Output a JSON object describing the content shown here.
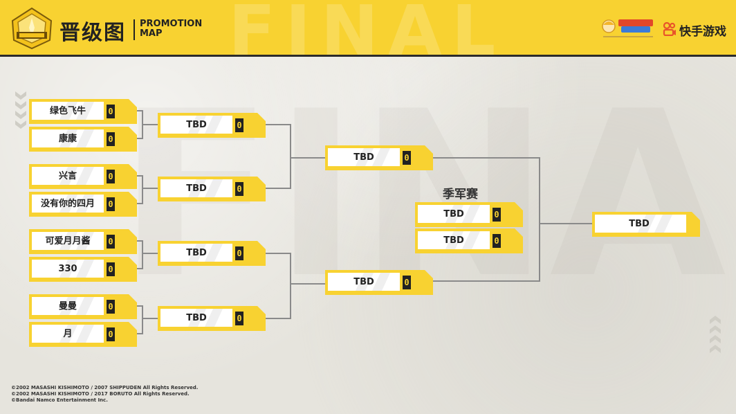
{
  "header": {
    "title": "晋级图",
    "subtitle_line1": "PROMOTION",
    "subtitle_line2": "MAP",
    "watermark": "FINAL",
    "partner_name": "快手游戏"
  },
  "colors": {
    "accent": "#f8d231",
    "dark": "#222222",
    "line": "#8a8a8a"
  },
  "round1": [
    {
      "name": "绿色飞牛",
      "score": "0"
    },
    {
      "name": "康康",
      "score": "0"
    },
    {
      "name": "兴言",
      "score": "0"
    },
    {
      "name": "没有你的四月",
      "score": "0"
    },
    {
      "name": "可爱月月酱",
      "score": "0"
    },
    {
      "name": "330",
      "score": "0"
    },
    {
      "name": "曼曼",
      "score": "0"
    },
    {
      "name": "月",
      "score": "0"
    }
  ],
  "round2": [
    {
      "name": "TBD",
      "score": "0"
    },
    {
      "name": "TBD",
      "score": "0"
    },
    {
      "name": "TBD",
      "score": "0"
    },
    {
      "name": "TBD",
      "score": "0"
    }
  ],
  "semifinal": [
    {
      "name": "TBD",
      "score": "0"
    },
    {
      "name": "TBD",
      "score": "0"
    }
  ],
  "third_place": {
    "label": "季军赛",
    "slots": [
      {
        "name": "TBD",
        "score": "0"
      },
      {
        "name": "TBD",
        "score": "0"
      }
    ]
  },
  "final": {
    "name": "TBD"
  },
  "copyright": [
    "©2002 MASASHI KISHIMOTO / 2007 SHIPPUDEN All Rights Reserved.",
    "©2002 MASASHI KISHIMOTO / 2017 BORUTO All Rights Reserved.",
    "©Bandai Namco Entertainment Inc."
  ]
}
